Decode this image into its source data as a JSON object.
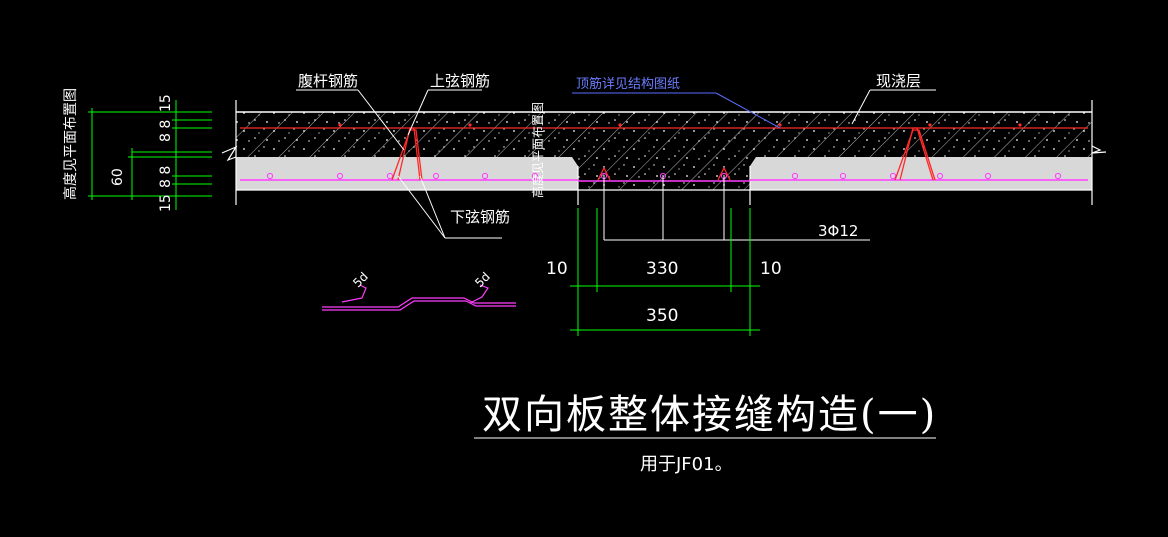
{
  "title": "双向板整体接缝构造(一)",
  "subtitle": "用于JF01。",
  "labels": {
    "web_rebar": "腹杆钢筋",
    "top_chord": "上弦钢筋",
    "bottom_chord": "下弦钢筋",
    "top_rebar_note": "顶筋详见结构图纸",
    "cast_layer": "现浇层",
    "left_side_note": "高度见平面布置图",
    "joint_vertical_note": "高度见平面布置图",
    "rebar_spec": "3Φ12"
  },
  "dimensions": {
    "left_vertical": [
      "15",
      "8 8",
      "8 8",
      "15"
    ],
    "left_60": "60",
    "gap_left": "10",
    "gap_mid": "330",
    "gap_right": "10",
    "total": "350"
  },
  "detail_labels": [
    "5d",
    "5d"
  ],
  "colors": {
    "background": "#000000",
    "line_white": "#ffffff",
    "dim_green": "#00ff00",
    "rebar_red": "#ff2a2a",
    "rebar_magenta": "#ff3cff",
    "leader_blue": "#5a6cff",
    "concrete_gray": "#d8d8d8"
  }
}
